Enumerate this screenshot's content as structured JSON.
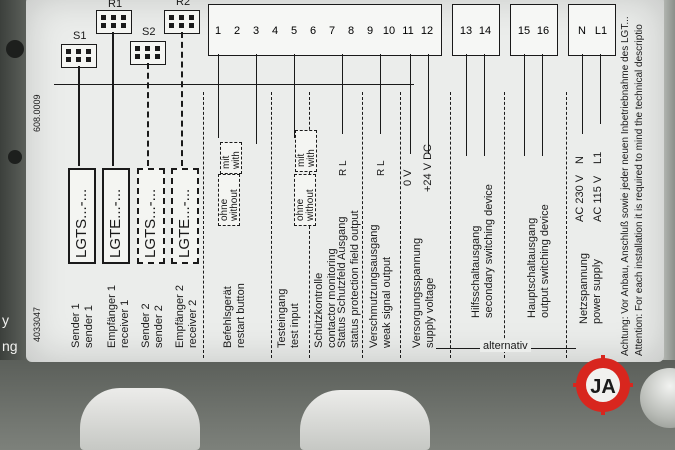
{
  "switch_labels": [
    "S1",
    "R1",
    "S2",
    "R2"
  ],
  "terminals_main": [
    "1",
    "2",
    "3",
    "4",
    "5",
    "6",
    "7",
    "8",
    "9",
    "10",
    "11",
    "12"
  ],
  "terminals_aux": [
    "13",
    "14"
  ],
  "terminals_out": [
    "15",
    "16"
  ],
  "terminals_power": [
    "N",
    "L1"
  ],
  "code_left_top": "608.0009",
  "code_left_bottom": "4033047",
  "device_boxes": [
    "LGTS...-...",
    "LGTE...-...",
    "LGTS...-...",
    "LGTE...-..."
  ],
  "columns": [
    {
      "de": "Sender 1",
      "en": "sender 1"
    },
    {
      "de": "Empfänger 1",
      "en": "receiver 1"
    },
    {
      "de": "Sender 2",
      "en": "sender 2"
    },
    {
      "de": "Empfänger 2",
      "en": "receiver 2"
    },
    {
      "de": "Befehlsgerät",
      "en": "restart button"
    },
    {
      "de": "Testeingang",
      "en": "test input"
    },
    {
      "de": "Schützkontrolle",
      "en": "contactor monitoring"
    },
    {
      "de": "Status Schutzfeld Ausgang",
      "en": "status protection field output"
    },
    {
      "de": "Verschmutzungsausgang",
      "en": "weak signal output"
    },
    {
      "de": "Versorgungsspannung",
      "en": "supply voltage"
    },
    {
      "de": "Hilfsschaltausgang",
      "en": "secondary switching device"
    },
    {
      "de": "Hauptschaltausgang",
      "en": "output switching device"
    },
    {
      "de": "Netzspannung",
      "en": "power supply"
    }
  ],
  "option_restart": {
    "without_de": "ohne",
    "without_en": "without",
    "with_de": "mit",
    "with_en": "with"
  },
  "option_contactor": {
    "without_de": "ohne",
    "without_en": "without",
    "with_de": "mit",
    "with_en": "with"
  },
  "rl_label": "R L",
  "supply_labels": [
    "0 V",
    "+24 V DC"
  ],
  "power_voltages": [
    "AC 230 V",
    "AC 115 V"
  ],
  "power_terms": [
    "N",
    "L1"
  ],
  "alternativ": "alternativ",
  "warning_de": "Achtung: Vor Anbau, Anschluß sowie jeder neuen Inbetriebnahme des LGT...",
  "warning_en": "Attention: For each installation it is required to mind the technical descriptio",
  "side_letters": [
    "y",
    "ng"
  ],
  "logo_letters": "JA"
}
